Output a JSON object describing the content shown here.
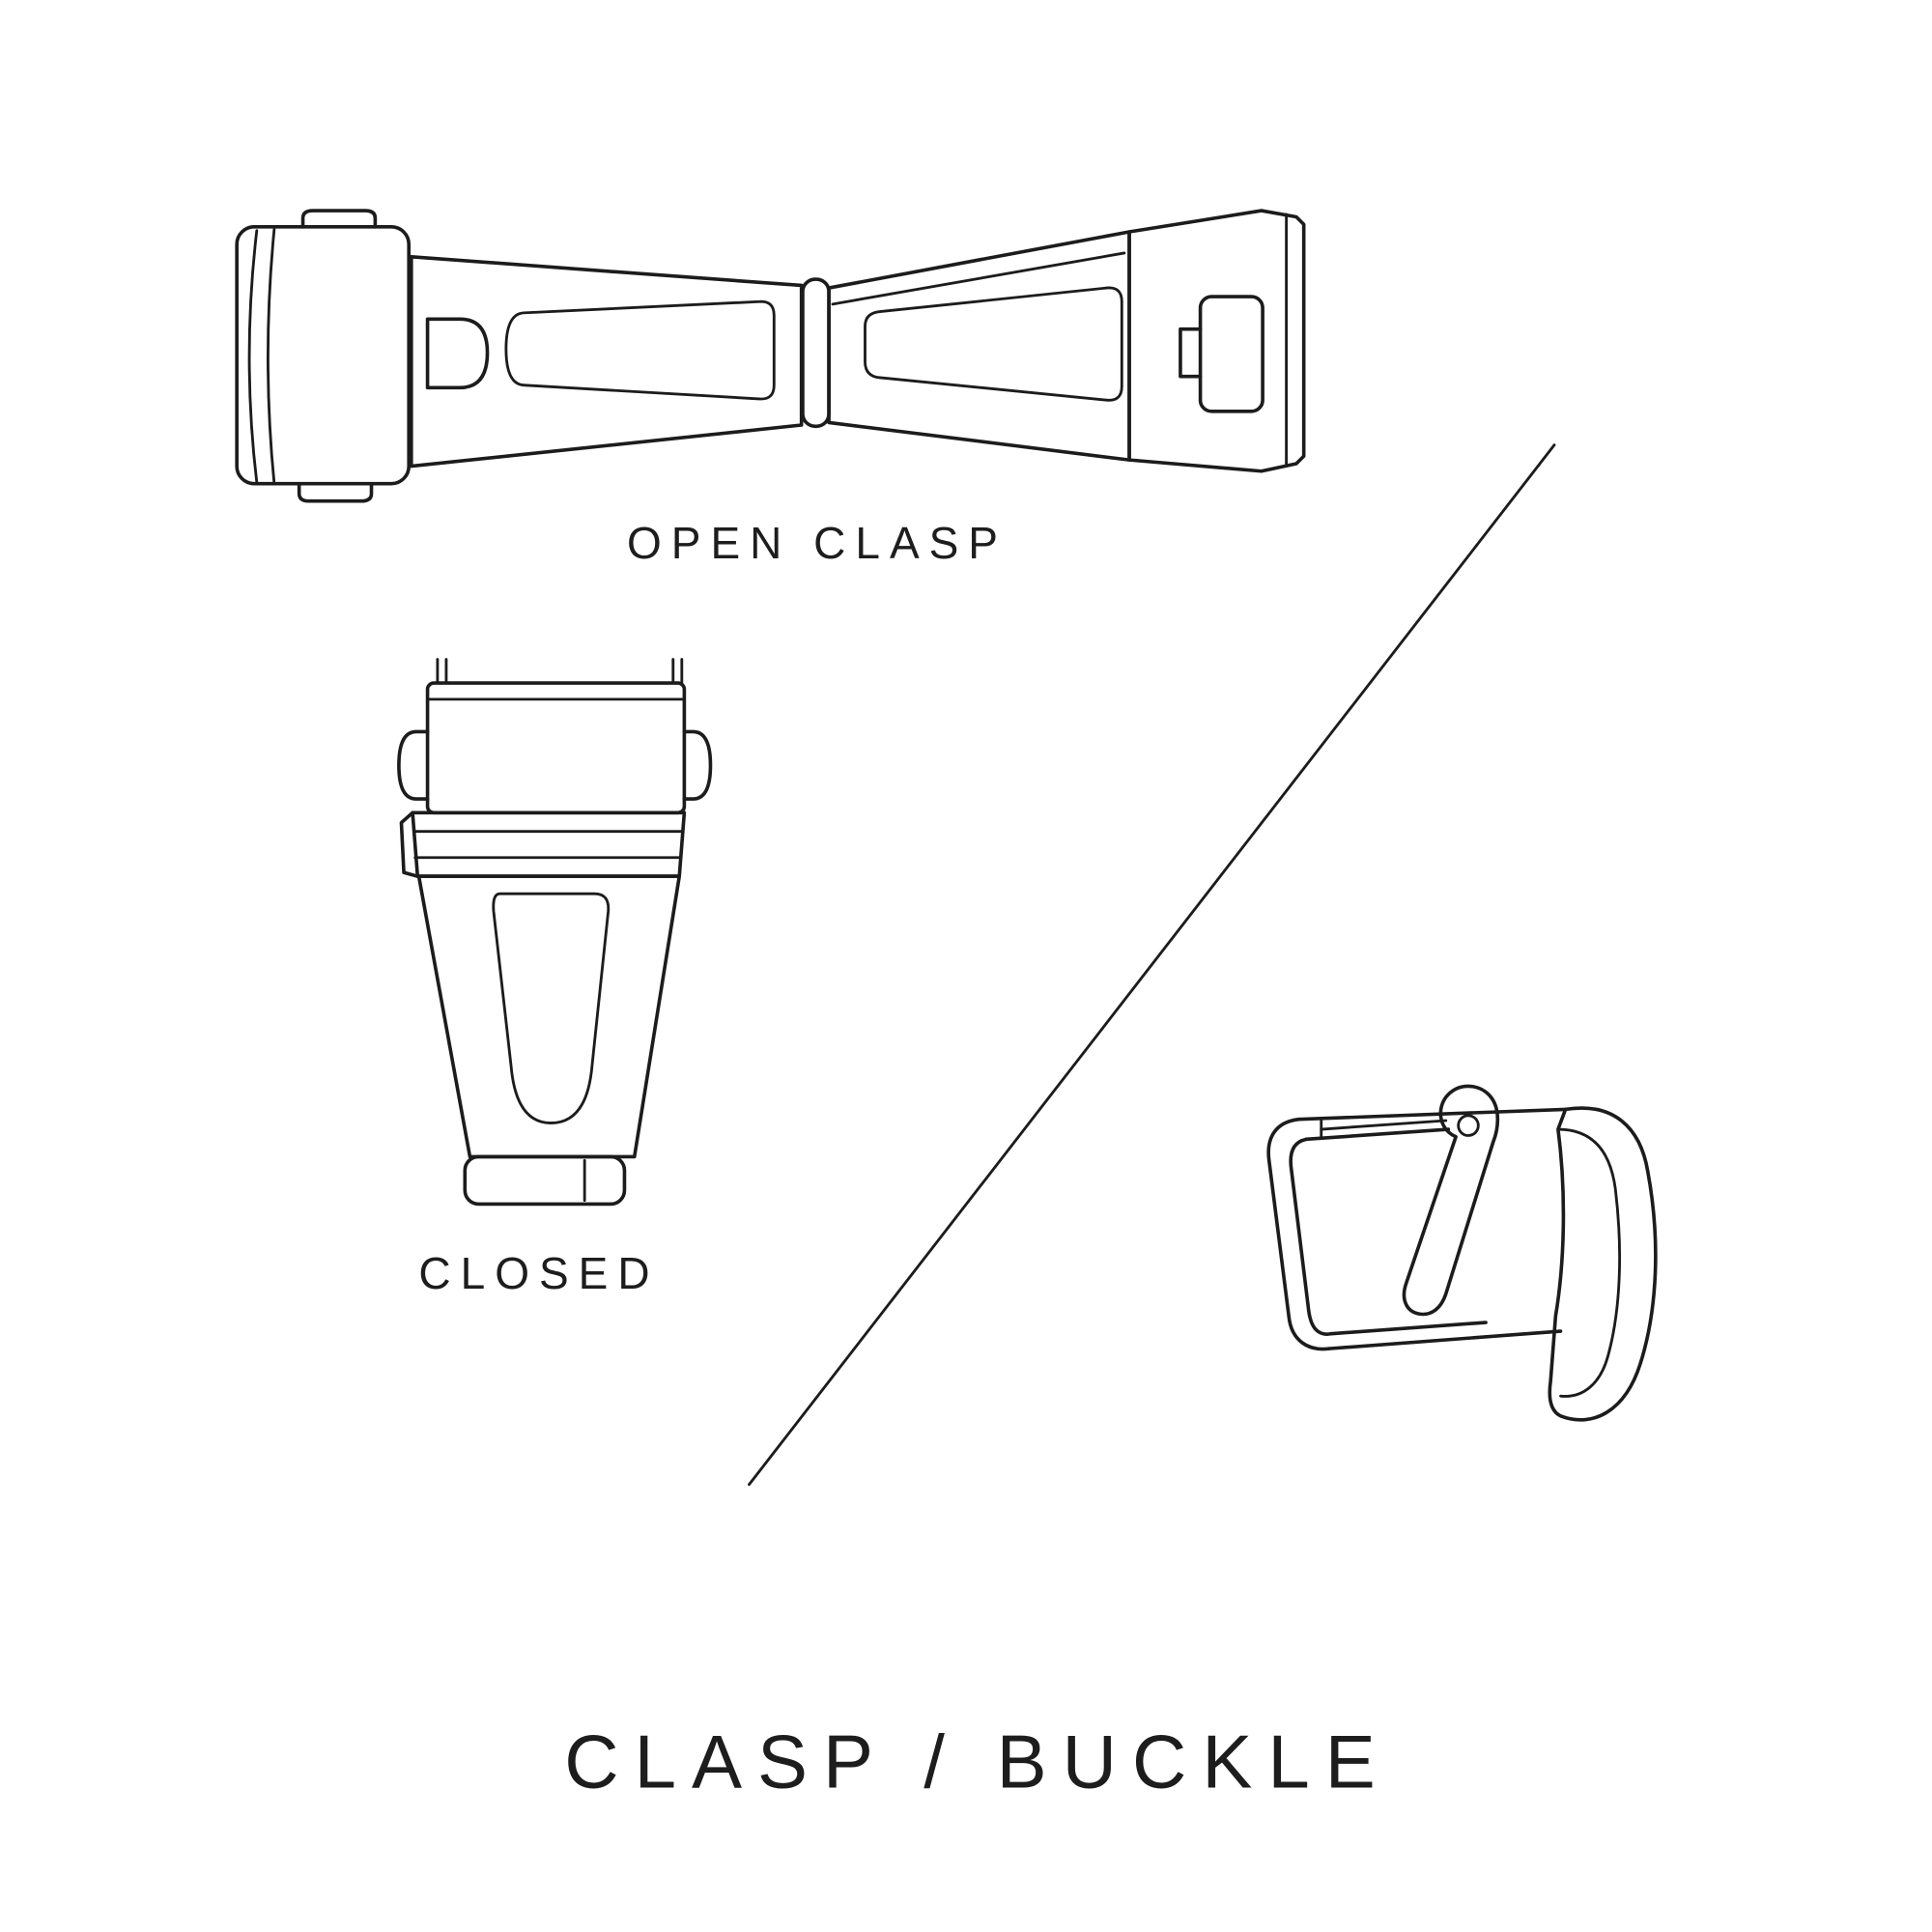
{
  "page": {
    "background": "#ffffff",
    "line_color": "#1c1c1c",
    "text_color": "#1d1d1d"
  },
  "labels": {
    "open_clasp": "OPEN CLASP",
    "closed": "CLOSED",
    "title": "CLASP / BUCKLE"
  },
  "illustrations": {
    "open_clasp": "open-deployant-clasp-drawing",
    "closed_clasp": "closed-clasp-drawing",
    "buckle": "tang-buckle-drawing",
    "divider": "diagonal-divider-line"
  }
}
